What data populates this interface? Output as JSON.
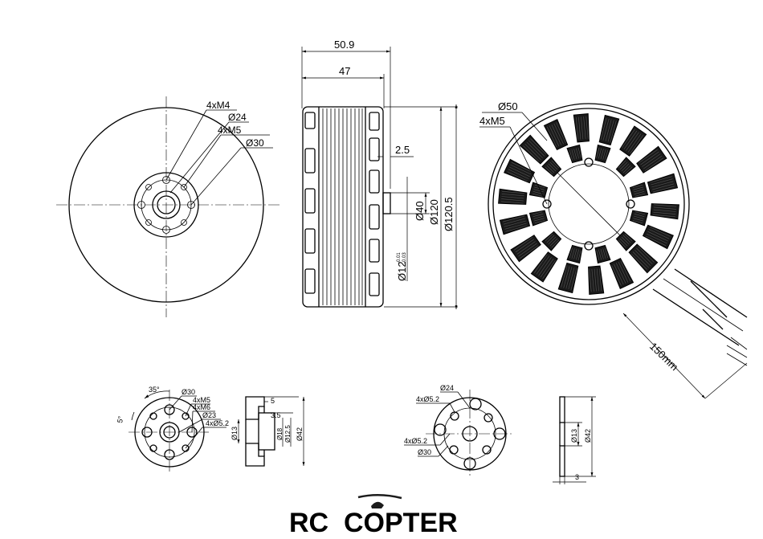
{
  "front_view": {
    "label_4xM4": "4xM4",
    "label_d24": "Ø24",
    "label_4xM5": "4xM5",
    "label_d30": "Ø30"
  },
  "side_view": {
    "dim_overall_length": "50.9",
    "dim_body_length": "47",
    "dim_shaft_step": "2.5",
    "dim_d40": "Ø40",
    "dim_d120": "Ø120",
    "dim_d120_5": "Ø120.5",
    "dim_shaft": "Ø12",
    "dim_shaft_tol_upper": "-0.01",
    "dim_shaft_tol_lower": "-0.03"
  },
  "rear_view": {
    "label_d50": "Ø50",
    "label_4xM5": "4xM5",
    "label_cable_length": "150mm"
  },
  "prop_adapter": {
    "angle_35": "35°",
    "label_d30": "Ø30",
    "label_4xM5": "4xM5",
    "label_4xM6": "4xM6",
    "label_d23": "Ø23",
    "label_4xd5_2": "4xØ5.2",
    "angle_5": "5°"
  },
  "prop_adapter_section": {
    "dim_5": "5",
    "dim_3_5": "3.5",
    "dim_d13": "Ø13",
    "dim_d18": "Ø18",
    "dim_d12": "Ø12.5",
    "dim_d42": "Ø42"
  },
  "mount_plate": {
    "label_d24": "Ø24",
    "label_4xd5_2_top": "4xØ5.2",
    "label_4xd5_2_bottom": "4xØ5.2",
    "label_d30": "Ø30"
  },
  "mount_plate_section": {
    "dim_d13": "Ø13",
    "dim_d42": "Ø42",
    "dim_3": "3"
  },
  "logo": {
    "text_rc": "RC",
    "text_copter": "COPTER",
    "color_rc": "#6e9fc2",
    "color_copter": "#1c1c1c"
  }
}
